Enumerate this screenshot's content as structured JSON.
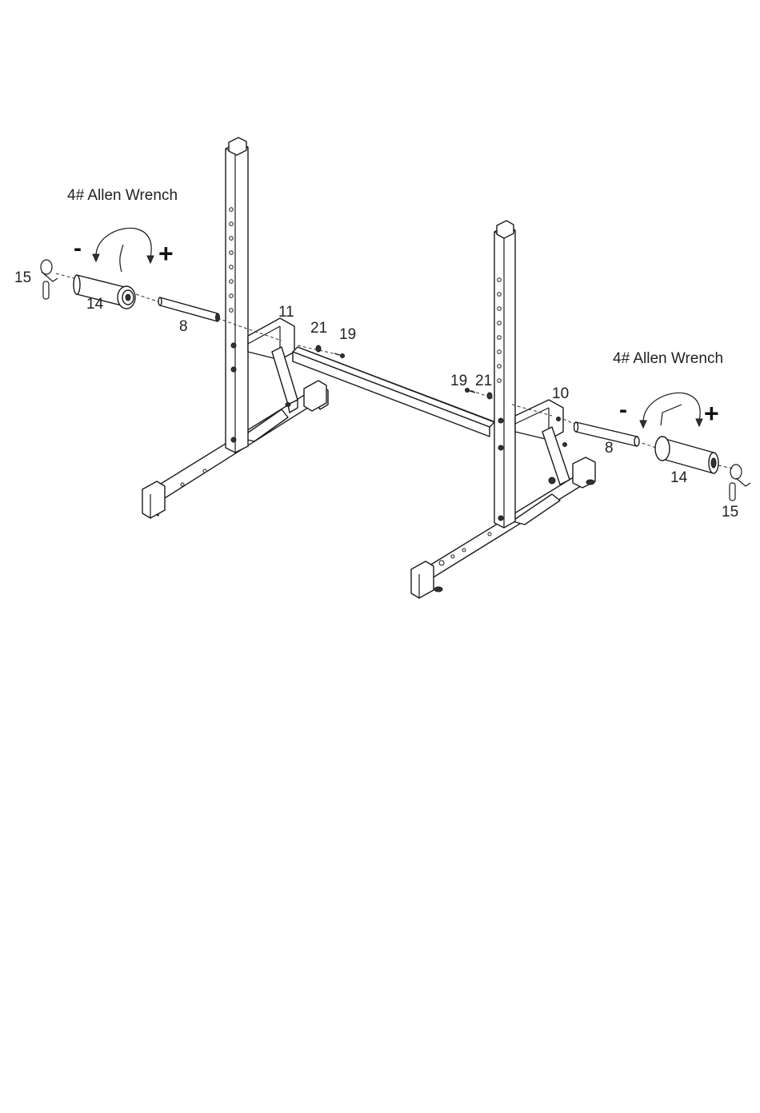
{
  "callouts": {
    "wrench_left": "4# Allen Wrench",
    "wrench_right": "4# Allen Wrench",
    "minus": "-",
    "plus": "+"
  },
  "parts": {
    "p15_left": "15",
    "p14_left": "14",
    "p8_left": "8",
    "p11": "11",
    "p21_left": "21",
    "p19_left": "19",
    "p19_right": "19",
    "p21_right": "21",
    "p10": "10",
    "p8_right": "8",
    "p14_right": "14",
    "p15_right": "15"
  }
}
